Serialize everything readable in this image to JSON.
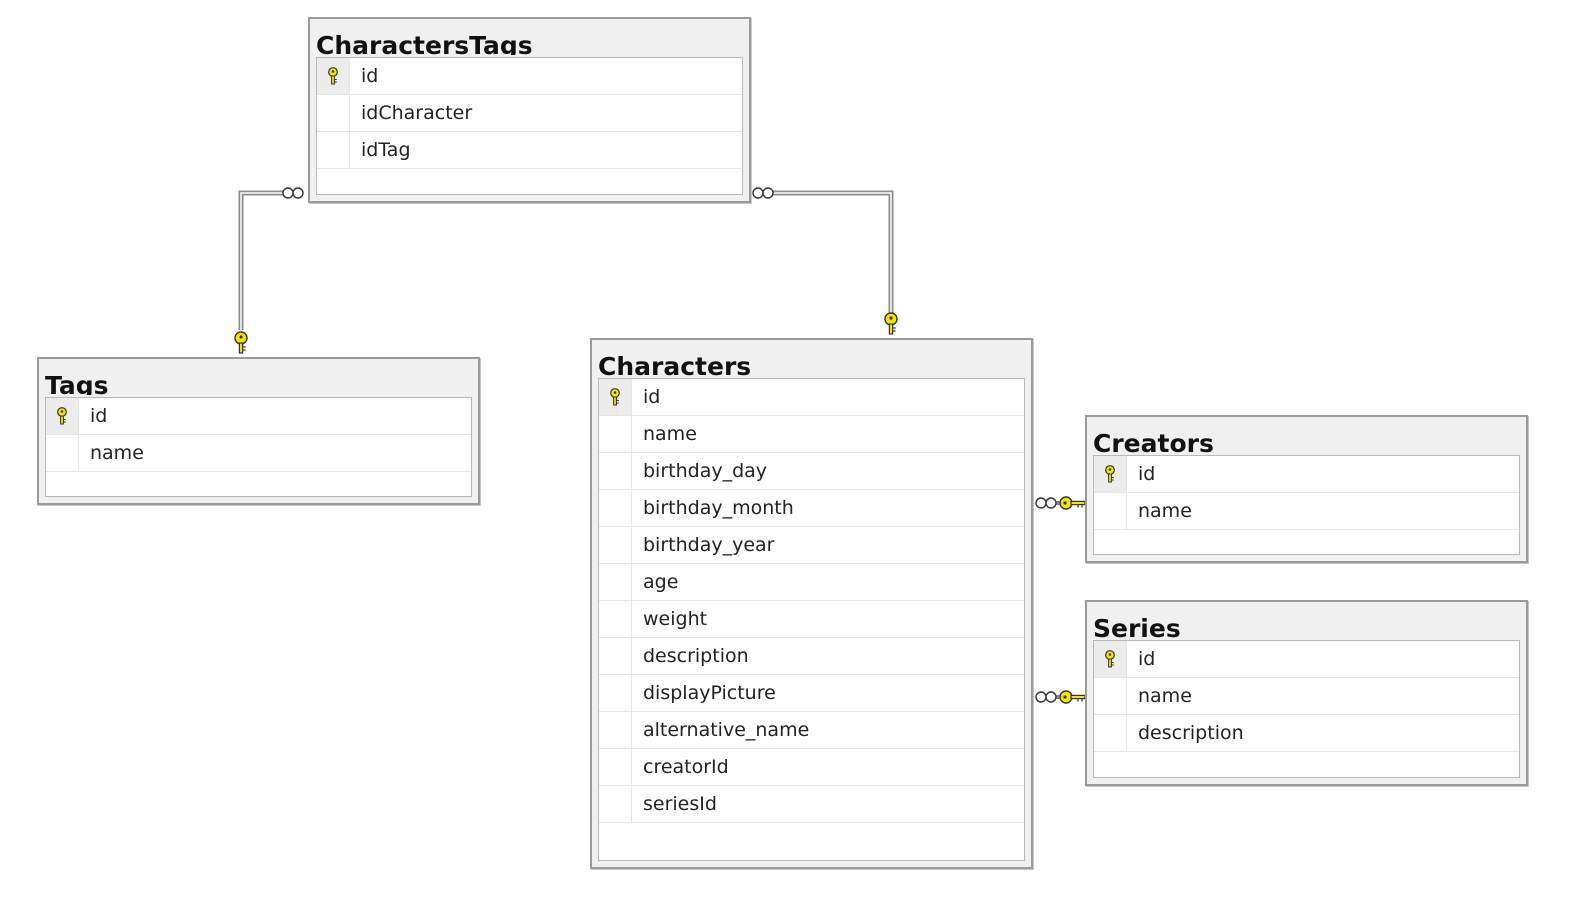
{
  "tables": {
    "characters_tags": {
      "title": "CharactersTags",
      "columns": [
        "id",
        "idCharacter",
        "idTag"
      ],
      "primary_key": "id"
    },
    "tags": {
      "title": "Tags",
      "columns": [
        "id",
        "name"
      ],
      "primary_key": "id"
    },
    "characters": {
      "title": "Characters",
      "columns": [
        "id",
        "name",
        "birthday_day",
        "birthday_month",
        "birthday_year",
        "age",
        "weight",
        "description",
        "displayPicture",
        "alternative_name",
        "creatorId",
        "seriesId"
      ],
      "primary_key": "id"
    },
    "creators": {
      "title": "Creators",
      "columns": [
        "id",
        "name"
      ],
      "primary_key": "id"
    },
    "series": {
      "title": "Series",
      "columns": [
        "id",
        "name",
        "description"
      ],
      "primary_key": "id"
    }
  },
  "relationships": [
    {
      "from": "CharactersTags",
      "to": "Tags",
      "many_side": "CharactersTags",
      "one_side": "Tags"
    },
    {
      "from": "CharactersTags",
      "to": "Characters",
      "many_side": "CharactersTags",
      "one_side": "Characters"
    },
    {
      "from": "Characters",
      "to": "Creators",
      "many_side": "Characters",
      "one_side": "Creators"
    },
    {
      "from": "Characters",
      "to": "Series",
      "many_side": "Characters",
      "one_side": "Series"
    }
  ],
  "colors": {
    "key_icon": "#f2e600",
    "connector": "#8c8c8c",
    "table_header": "#f0f0f0"
  },
  "icons": {
    "primary_key": "key-icon",
    "many_end": "infinity-icon",
    "one_end": "key-icon"
  }
}
